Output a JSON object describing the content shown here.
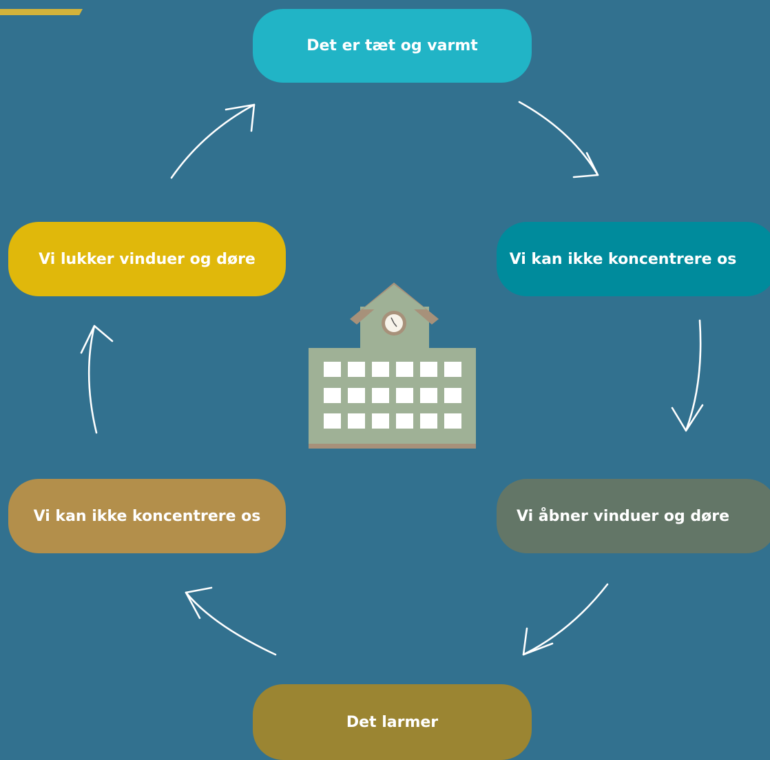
{
  "nodes": {
    "top": "Det er tæt og varmt",
    "right_upper": "Vi kan ikke koncentrere os",
    "right_lower": "Vi åbner vinduer og døre",
    "bottom": "Det larmer",
    "left_lower": "Vi kan ikke koncentrere os",
    "left_upper": "Vi lukker vinduer og døre"
  },
  "colors": {
    "background": "#32718f",
    "top": "#21b4c6",
    "right_upper": "#008b9c",
    "right_lower": "#637667",
    "bottom": "#9b8532",
    "left_lower": "#b38f4b",
    "left_upper": "#e0b80b",
    "building": "#9fb196",
    "roof": "#a7917a"
  },
  "icons": [
    "school-building-icon",
    "clock-icon"
  ]
}
